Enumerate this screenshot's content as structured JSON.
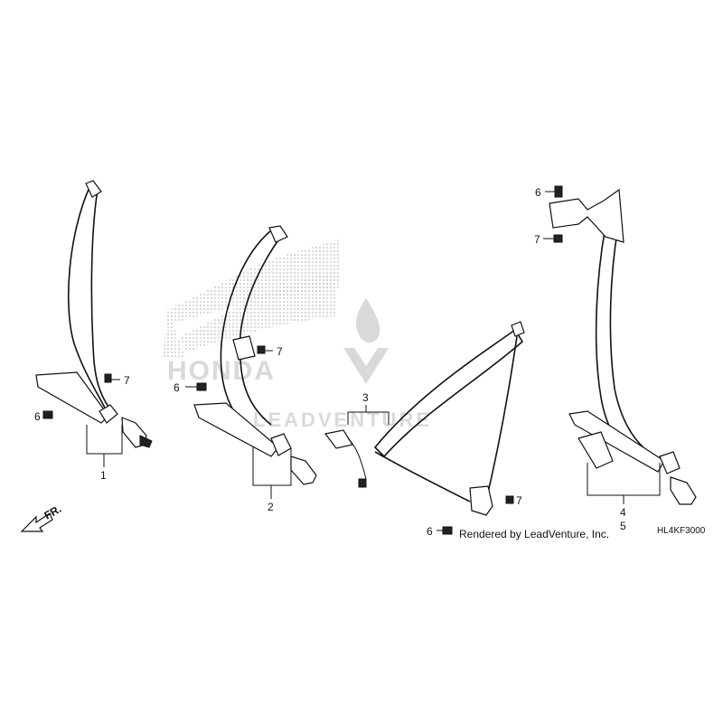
{
  "watermark": {
    "brand": "HONDA",
    "company": "LEADVENTURE"
  },
  "callouts": {
    "part_1": "1",
    "part_2": "2",
    "part_3": "3",
    "part_4": "4",
    "part_5": "5",
    "part_6": "6",
    "part_7": "7"
  },
  "direction_label": "FR.",
  "render_credit": "Rendered by LeadVenture, Inc.",
  "diagram_code": "HL4KF3000",
  "colors": {
    "line": "#111111",
    "watermark_grey": "#d9d9d9",
    "watermark_dots": "#bdbdbd"
  }
}
